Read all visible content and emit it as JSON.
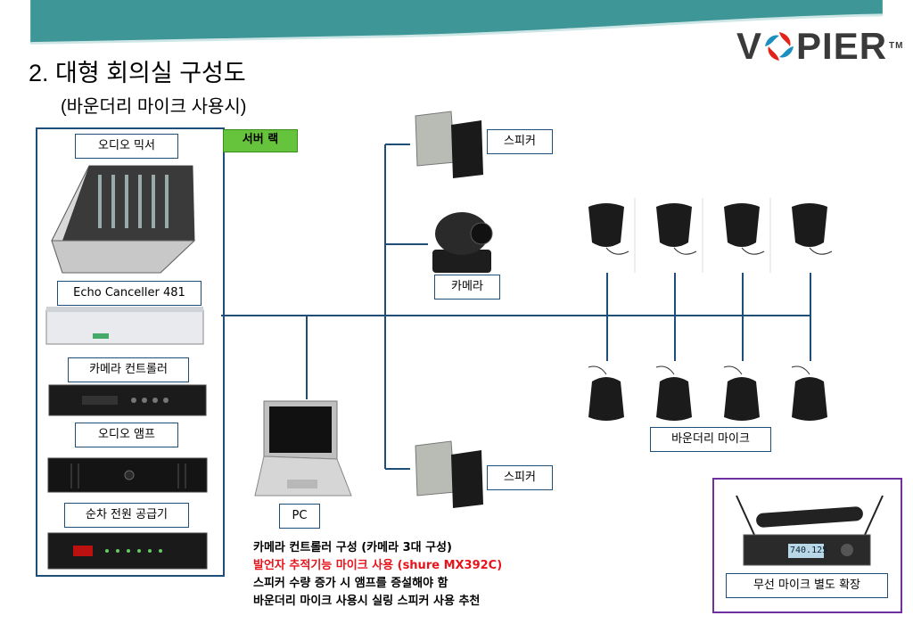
{
  "header": {
    "title": "2. 대형 회의실 구성도",
    "subtitle": "(바운더리 마이크 사용시)",
    "logo_text_left": "V",
    "logo_text_right": "PIER",
    "logo_tm": "TM"
  },
  "colors": {
    "band": "#3f9697",
    "line": "#1f4e79",
    "rack_border": "#1f4e79",
    "wireless_border": "#7030a0",
    "badge": "#66c43c",
    "highlight": "#e8141b"
  },
  "server_rack": {
    "badge": "서버 랙",
    "items": [
      {
        "label": "오디오 믹서",
        "icon": "audio-mixer"
      },
      {
        "label": "Echo Canceller 481",
        "icon": "echo-canceller"
      },
      {
        "label": "카메라 컨트롤러",
        "icon": "camera-controller"
      },
      {
        "label": "오디오 앰프",
        "icon": "audio-amp"
      },
      {
        "label": "순차 전원 공급기",
        "icon": "power-sequencer"
      }
    ]
  },
  "devices": {
    "speaker_top": "스피커",
    "camera": "카메라",
    "speaker_bottom": "스피커",
    "pc": "PC",
    "boundary_mic": "바운더리 마이크",
    "wireless_mic": "무선 마이크 별도 확장",
    "wireless_display": "740.125"
  },
  "notes": [
    {
      "text": "카메라 컨트롤러 구성 (카메라 3대 구성)",
      "highlight": false
    },
    {
      "text": "발언자 추적기능 마이크 사용 (shure MX392C)",
      "highlight": true
    },
    {
      "text": "스피커 수량 증가 시 앰프를 증설해야 함",
      "highlight": false
    },
    {
      "text": "바운더리 마이크 사용시 실링 스피커 사용 추천",
      "highlight": false
    }
  ]
}
